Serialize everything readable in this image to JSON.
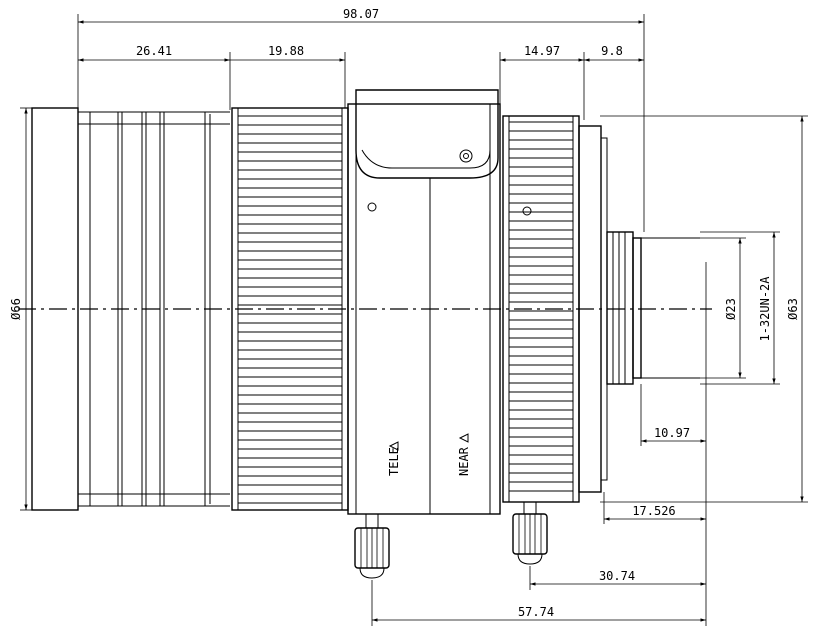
{
  "dimensions": {
    "overall_length": "98.07",
    "front_section": "26.41",
    "zoom_ring": "19.88",
    "focus_ring": "14.97",
    "mount_length": "9.8",
    "front_diameter": "Ø66",
    "body_diameter": "Ø63",
    "mount_diameter": "Ø23",
    "mount_thread": "1-32UN-2A",
    "flange_depth": "10.97",
    "rear_offset": "17.526",
    "focus_screw_offset": "30.74",
    "zoom_screw_offset": "57.74"
  },
  "labels": {
    "tele": "TELE",
    "near": "NEAR"
  }
}
